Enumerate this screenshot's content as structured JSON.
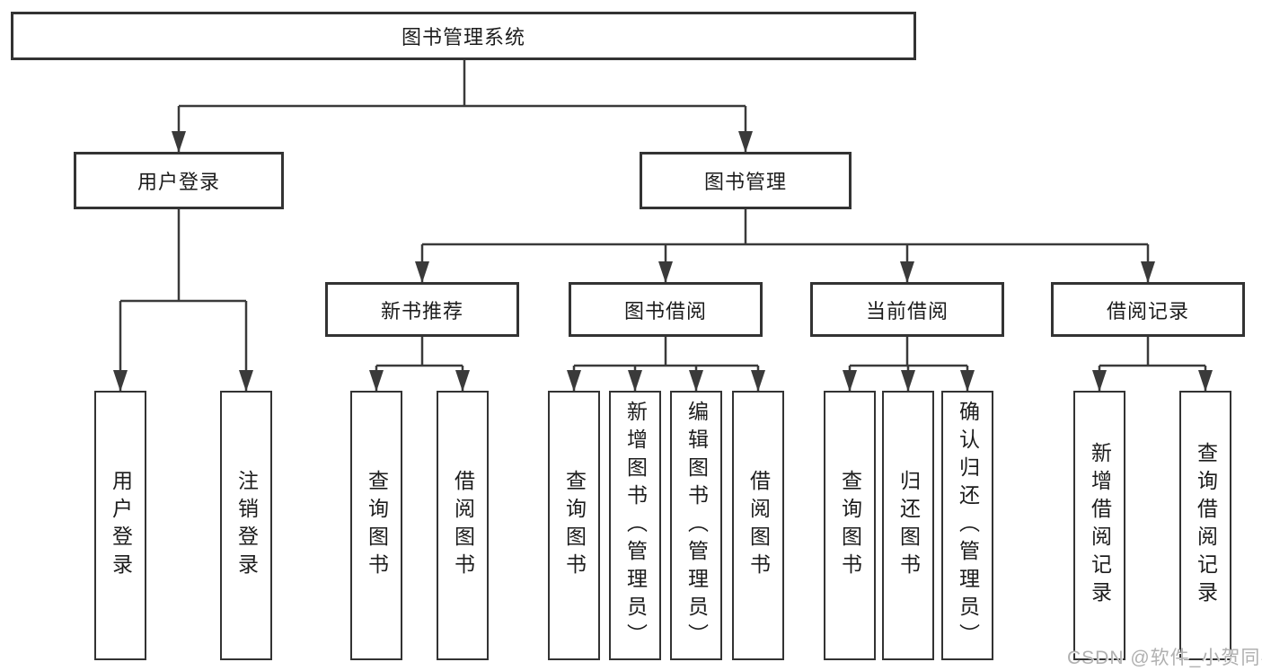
{
  "diagram_type": "hierarchy-flowchart",
  "tree": {
    "label": "图书管理系统",
    "children": [
      {
        "label": "用户登录",
        "children": [
          {
            "label": "用户登录"
          },
          {
            "label": "注销登录"
          }
        ]
      },
      {
        "label": "图书管理",
        "children": [
          {
            "label": "新书推荐",
            "children": [
              {
                "label": "查询图书"
              },
              {
                "label": "借阅图书"
              }
            ]
          },
          {
            "label": "图书借阅",
            "children": [
              {
                "label": "查询图书"
              },
              {
                "label": "新增图书（管理员）"
              },
              {
                "label": "编辑图书（管理员）"
              },
              {
                "label": "借阅图书"
              }
            ]
          },
          {
            "label": "当前借阅",
            "children": [
              {
                "label": "查询图书"
              },
              {
                "label": "归还图书"
              },
              {
                "label": "确认归还（管理员）"
              }
            ]
          },
          {
            "label": "借阅记录",
            "children": [
              {
                "label": "新增借阅记录"
              },
              {
                "label": "查询借阅记录"
              }
            ]
          }
        ]
      }
    ]
  },
  "watermark": {
    "text": "CSDN @软件_小贺同学"
  },
  "colors": {
    "line": "#3a3a3a",
    "box_border": "#333333",
    "box_fill": "#ffffff",
    "text": "#1c1c1c",
    "watermark": "#b0b0b0"
  }
}
